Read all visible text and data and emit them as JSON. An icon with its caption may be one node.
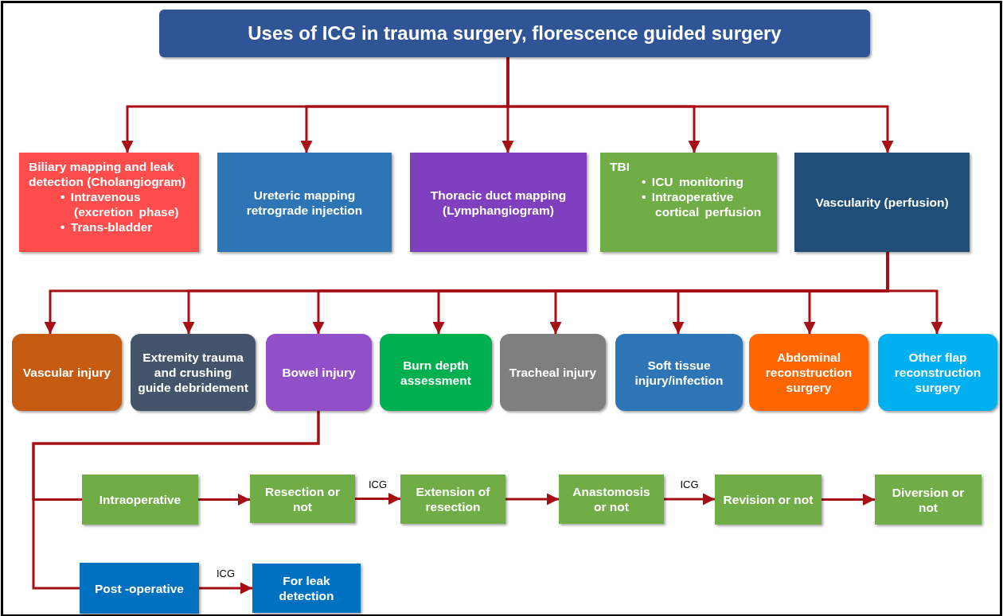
{
  "diagram": {
    "nodes": [
      {
        "text": [
          "Uses of ICG in trauma surgery, florescence guided surgery"
        ]
      },
      {
        "text": [
          "Biliary mapping and leak detection (Cholangiogram)",
          "• Intravenous (excretion phase)",
          "• Trans-bladder"
        ]
      },
      {
        "text": [
          "Ureteric mapping retrograde injection"
        ]
      },
      {
        "text": [
          "Thoracic duct mapping (Lymphangiogram)"
        ]
      },
      {
        "text": [
          "TBI",
          "• ICU monitoring",
          "• Intraoperative cortical perfusion"
        ]
      },
      {
        "text": [
          "Vascularity (perfusion)"
        ]
      },
      {
        "text": [
          "Vascular injury"
        ]
      },
      {
        "text": [
          "Extremity trauma and crushing guide debridement"
        ]
      },
      {
        "text": [
          "Bowel injury"
        ]
      },
      {
        "text": [
          "Burn depth assessment"
        ]
      },
      {
        "text": [
          "Tracheal injury"
        ]
      },
      {
        "text": [
          "Soft tissue injury/infection"
        ]
      },
      {
        "text": [
          "Abdominal reconstruction surgery"
        ]
      },
      {
        "text": [
          "Other flap reconstruction surgery"
        ]
      },
      {
        "text": [
          "Intraoperative"
        ]
      },
      {
        "text": [
          "Resection or not"
        ]
      },
      {
        "text": [
          "Extension of resection"
        ]
      },
      {
        "text": [
          "Anastomosis or not"
        ]
      },
      {
        "text": [
          "Revision or not"
        ]
      },
      {
        "text": [
          "Diversion or not"
        ]
      },
      {
        "text": [
          "Post -operative"
        ]
      },
      {
        "text": [
          "For leak detection"
        ]
      }
    ],
    "edges": [
      {
        "from": 0,
        "to": 1,
        "arrow": "to"
      },
      {
        "from": 0,
        "to": 2,
        "arrow": "to"
      },
      {
        "from": 0,
        "to": 3,
        "arrow": "to"
      },
      {
        "from": 0,
        "to": 4,
        "arrow": "to"
      },
      {
        "from": 0,
        "to": 5,
        "arrow": "to"
      },
      {
        "from": 5,
        "to": 6,
        "arrow": "to"
      },
      {
        "from": 5,
        "to": 7,
        "arrow": "to"
      },
      {
        "from": 5,
        "to": 8,
        "arrow": "to"
      },
      {
        "from": 5,
        "to": 9,
        "arrow": "to"
      },
      {
        "from": 5,
        "to": 10,
        "arrow": "to"
      },
      {
        "from": 5,
        "to": 11,
        "arrow": "to"
      },
      {
        "from": 5,
        "to": 12,
        "arrow": "to"
      },
      {
        "from": 5,
        "to": 13,
        "arrow": "to"
      },
      {
        "from": 8,
        "to": 14,
        "arrow": "none"
      },
      {
        "from": 8,
        "to": 20,
        "arrow": "none"
      },
      {
        "from": 14,
        "to": 15,
        "arrow": "to"
      },
      {
        "from": 15,
        "to": 16,
        "label": "ICG",
        "arrow": "to"
      },
      {
        "from": 16,
        "to": 17,
        "arrow": "to"
      },
      {
        "from": 17,
        "to": 18,
        "label": "ICG",
        "arrow": "to"
      },
      {
        "from": 18,
        "to": 19,
        "arrow": "to"
      },
      {
        "from": 20,
        "to": 21,
        "label": "ICG",
        "arrow": "to"
      }
    ]
  }
}
